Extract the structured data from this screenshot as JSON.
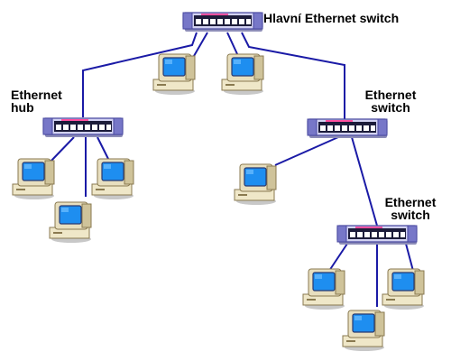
{
  "labels": {
    "main_switch": "Hlavní Ethernet switch",
    "hub": "Ethernet\nhub",
    "switch1": "Ethernet\nswitch",
    "switch2": "Ethernet\nswitch"
  },
  "colors": {
    "link": "#1a1aa6",
    "device_body": "#ccccf0",
    "device_edge": "#4a4aa0",
    "port": "#ffffff",
    "monitor_screen": "#1e8ef0",
    "computer_case": "#efe7c8",
    "computer_edge": "#8a7a50",
    "shadow": "#bdbdbd"
  },
  "icons": {
    "network_device": "network-switch-icon",
    "computer": "desktop-computer-icon"
  }
}
